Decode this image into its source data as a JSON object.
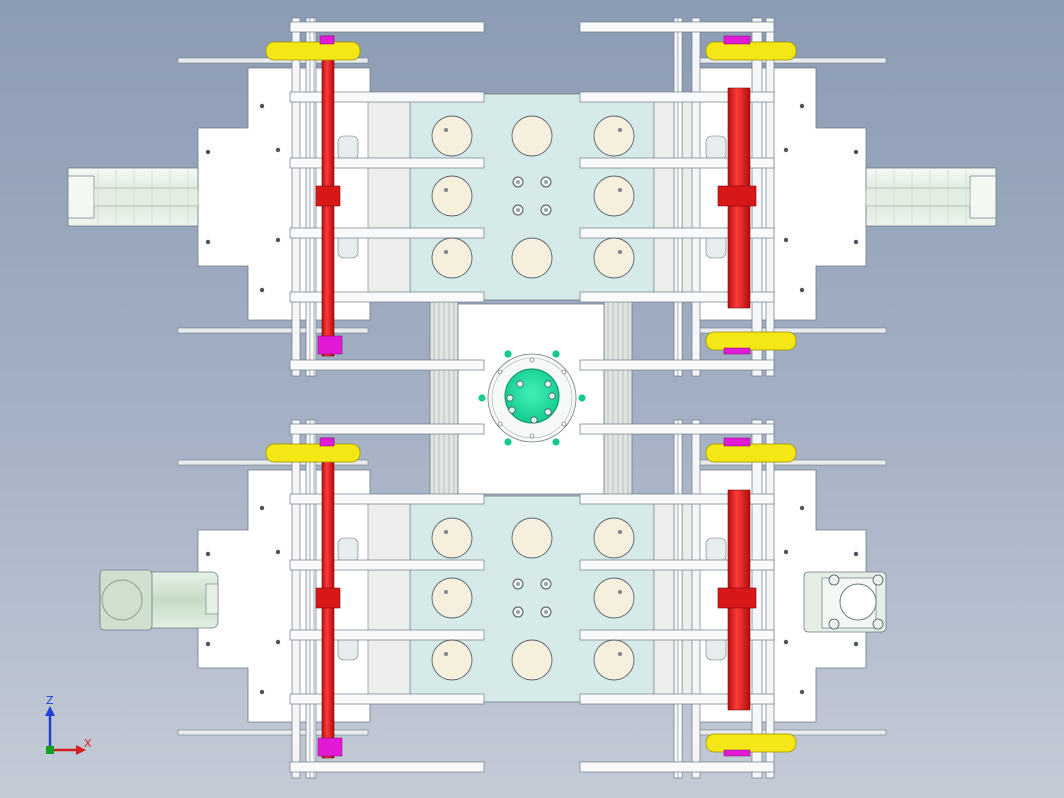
{
  "app": {
    "title": "CAD 3D viewport",
    "view_direction": "front"
  },
  "axes_triad": {
    "z_label": "Z",
    "x_label": "X",
    "z_color": "#1f3fd6",
    "x_color": "#d21e1e"
  },
  "model": {
    "colors": {
      "plate": "#ffffff",
      "mid_plate": "#d6ebe9",
      "disc": "#f6efde",
      "rod": "#e31b1b",
      "bearing": "#f5e615",
      "belt_marker": "#e21ad6",
      "center_flange": "#14d99a",
      "rail": "#e2e4e2",
      "motor": "#d2e4d2",
      "frame_line": "#6e7b86"
    },
    "icons": {
      "left_cylinder": "pneumatic-cylinder-icon",
      "right_cylinder": "pneumatic-cylinder-icon",
      "left_motor": "servo-motor-icon",
      "right_motor": "servo-motor-end-view-icon",
      "center": "rotary-flange-icon"
    }
  }
}
